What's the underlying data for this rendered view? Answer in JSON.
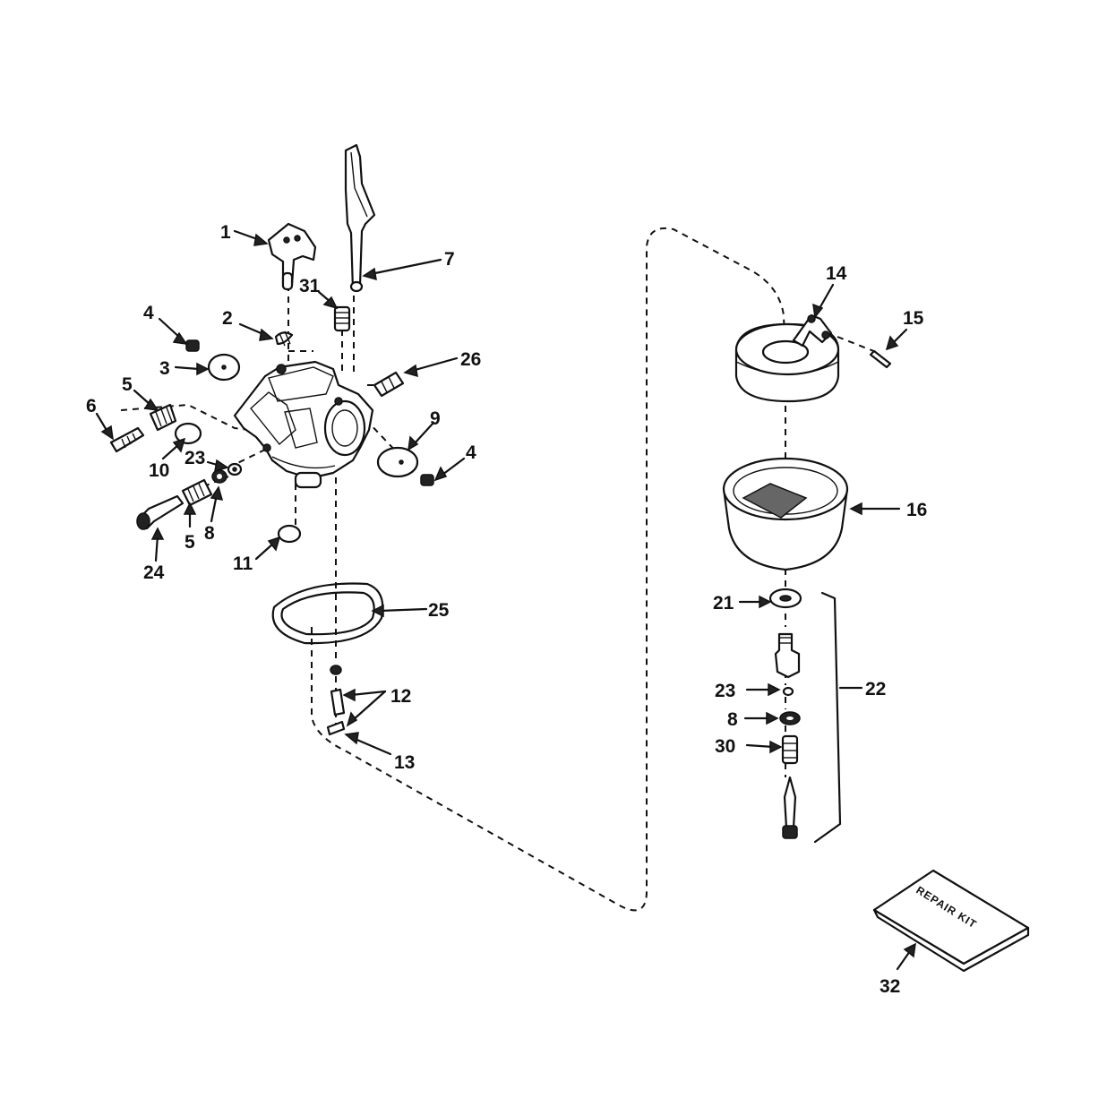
{
  "callouts": [
    {
      "id": "c1",
      "text": "1"
    },
    {
      "id": "c2",
      "text": "2"
    },
    {
      "id": "c3",
      "text": "3"
    },
    {
      "id": "c4a",
      "text": "4"
    },
    {
      "id": "c4b",
      "text": "4"
    },
    {
      "id": "c5a",
      "text": "5"
    },
    {
      "id": "c5b",
      "text": "5"
    },
    {
      "id": "c6",
      "text": "6"
    },
    {
      "id": "c7",
      "text": "7"
    },
    {
      "id": "c8a",
      "text": "8"
    },
    {
      "id": "c8b",
      "text": "8"
    },
    {
      "id": "c9",
      "text": "9"
    },
    {
      "id": "c10",
      "text": "10"
    },
    {
      "id": "c11",
      "text": "11"
    },
    {
      "id": "c12",
      "text": "12"
    },
    {
      "id": "c13",
      "text": "13"
    },
    {
      "id": "c14",
      "text": "14"
    },
    {
      "id": "c15",
      "text": "15"
    },
    {
      "id": "c16",
      "text": "16"
    },
    {
      "id": "c21",
      "text": "21"
    },
    {
      "id": "c22",
      "text": "22"
    },
    {
      "id": "c23a",
      "text": "23"
    },
    {
      "id": "c23b",
      "text": "23"
    },
    {
      "id": "c24",
      "text": "24"
    },
    {
      "id": "c25",
      "text": "25"
    },
    {
      "id": "c26",
      "text": "26"
    },
    {
      "id": "c30",
      "text": "30"
    },
    {
      "id": "c31",
      "text": "31"
    },
    {
      "id": "c32",
      "text": "32"
    }
  ],
  "repair_kit": {
    "label": "REPAIR KIT"
  }
}
